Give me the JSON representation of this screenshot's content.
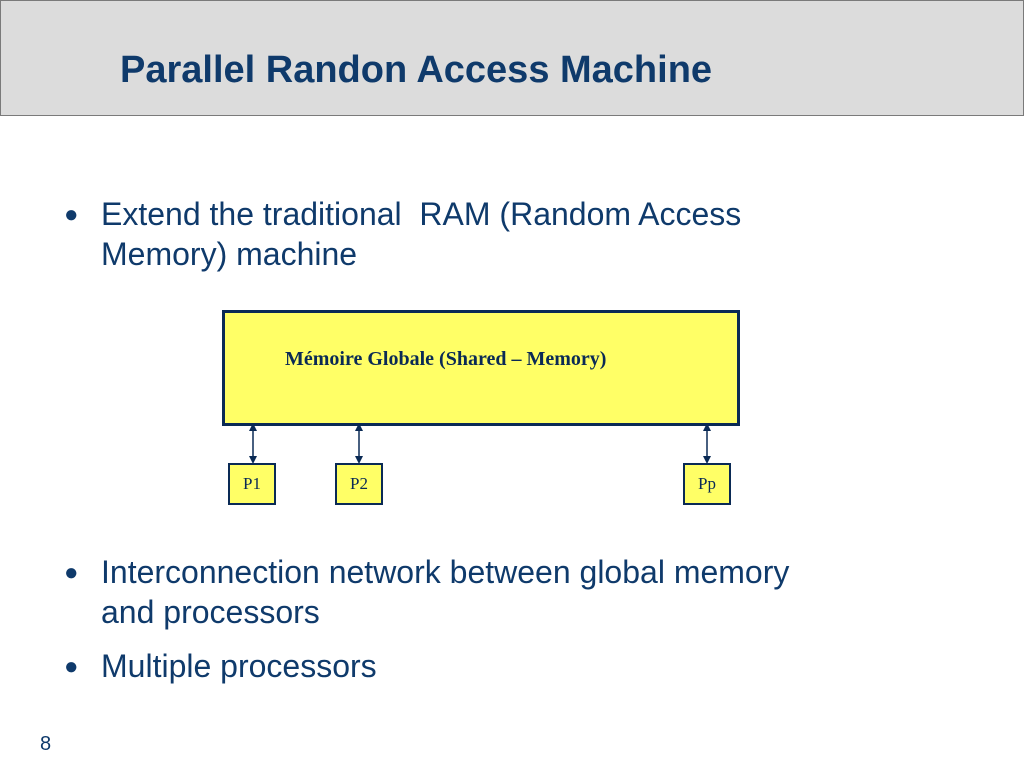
{
  "slide": {
    "title": "Parallel Randon Access Machine",
    "bullets": [
      {
        "symbol": "●",
        "text": "Extend the traditional  RAM (Random Access\nMemory) machine"
      },
      {
        "symbol": "●",
        "text": "Interconnection network between global memory\nand processors"
      },
      {
        "symbol": "●",
        "text": "Multiple processors"
      }
    ],
    "diagram": {
      "memory_label": "Mémoire Globale (Shared – Memory)",
      "processors": [
        "P1",
        "P2",
        "Pp"
      ]
    },
    "page_number": "8"
  },
  "colors": {
    "title_bar": "#dcdcdc",
    "text": "#0f3a6b",
    "box_fill": "#ffff66",
    "box_border": "#0a2a55"
  }
}
